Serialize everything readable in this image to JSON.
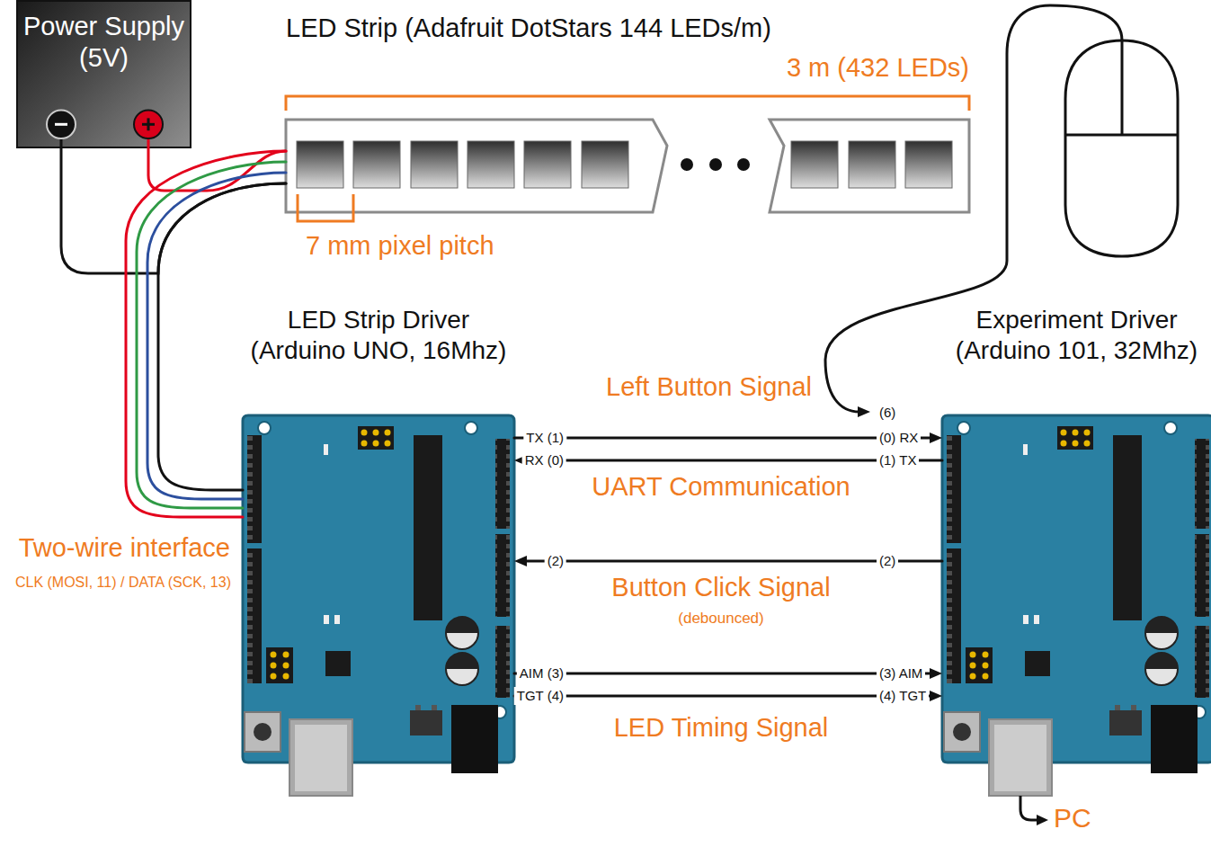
{
  "diagram": {
    "nodes": [
      {
        "text": [
          "Power Supply (5V)"
        ]
      },
      {
        "text": [
          "LED Strip (Adafruit DotStars 144 LEDs/m)"
        ]
      },
      {
        "text": [
          "LED Strip Driver (Arduino UNO, 16Mhz)"
        ]
      },
      {
        "text": [
          "Experiment Driver (Arduino 101, 32Mhz)"
        ]
      }
    ],
    "edges": [
      {
        "from": 0,
        "to": 1,
        "arrow": "none"
      },
      {
        "from": 1,
        "to": 2,
        "arrow": "none"
      },
      {
        "from": 2,
        "to": 3,
        "arrow": "to"
      },
      {
        "from": 3,
        "to": 2,
        "arrow": "to"
      },
      {
        "from": 3,
        "to": 2,
        "arrow": "to"
      },
      {
        "from": 2,
        "to": 3,
        "arrow": "to"
      },
      {
        "from": 2,
        "to": 3,
        "arrow": "to"
      }
    ],
    "labels": [
      "3 m (432 LEDs)",
      "7 mm pixel pitch",
      "Left Button Signal",
      "(6)",
      "TX (1)",
      "(0) RX",
      "RX (0)",
      "(1) TX",
      "UART Communication",
      "Two-wire interface",
      "CLK (MOSI, 11) / DATA (SCK, 13)",
      "(2)",
      "(2)",
      "Button Click Signal",
      "(debounced)",
      "AIM (3)",
      "(3) AIM",
      "TGT (4)",
      "(4) TGT",
      "LED Timing Signal",
      "PC"
    ]
  }
}
